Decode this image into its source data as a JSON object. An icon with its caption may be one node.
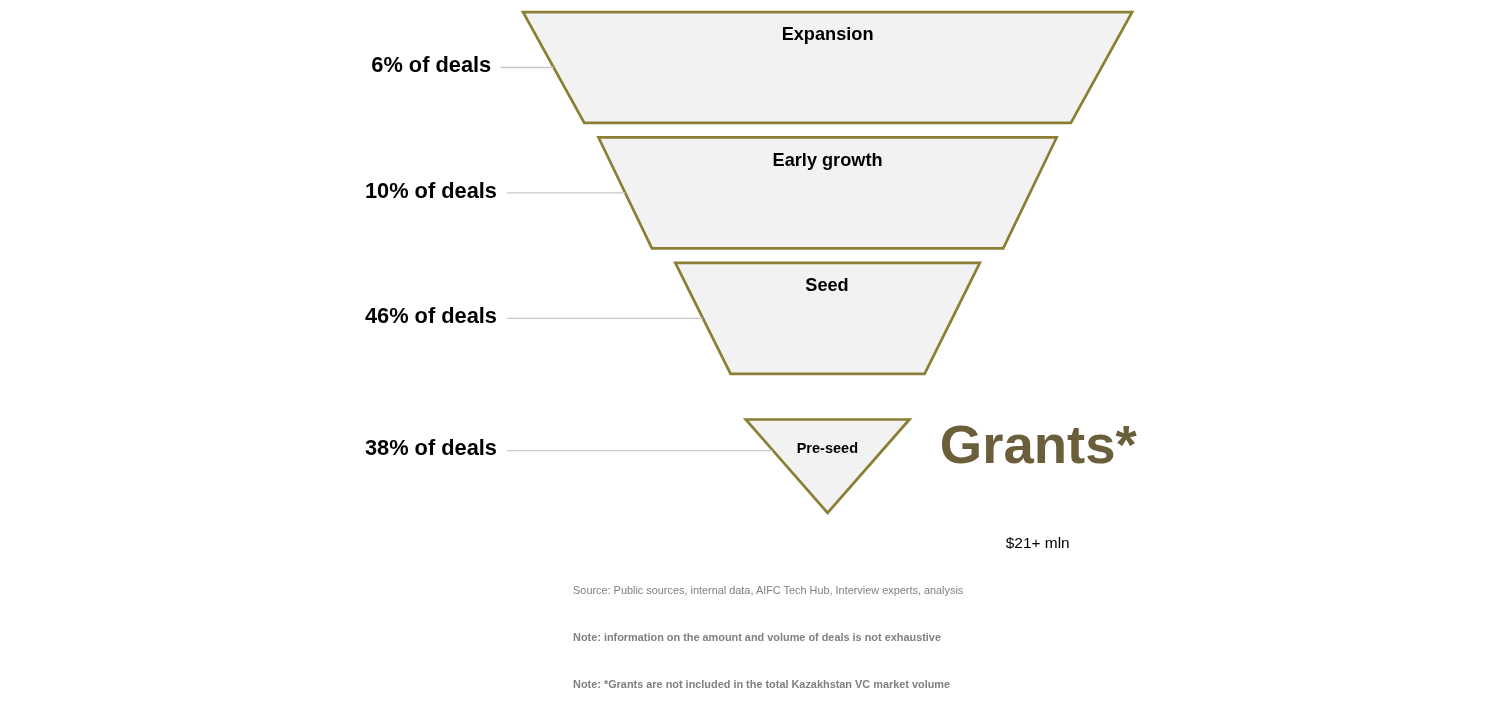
{
  "diagram": {
    "nodes": [
      {
        "text": [
          "6% of deals"
        ]
      },
      {
        "text": [
          "Expansion"
        ]
      },
      {
        "text": [
          "10% of deals"
        ]
      },
      {
        "text": [
          "Early growth"
        ]
      },
      {
        "text": [
          "46% of deals"
        ]
      },
      {
        "text": [
          "Seed"
        ]
      },
      {
        "text": [
          "38% of deals"
        ]
      },
      {
        "text": [
          "Pre-seed"
        ]
      }
    ],
    "edges": [
      {
        "from": 0,
        "to": 1,
        "arrow": "none"
      },
      {
        "from": 2,
        "to": 3,
        "arrow": "none"
      },
      {
        "from": 4,
        "to": 5,
        "arrow": "none"
      },
      {
        "from": 6,
        "to": 7,
        "arrow": "none"
      }
    ],
    "labels": [
      "Grants*",
      "$21+ mln",
      "Source: Public sources, internal data, AIFC Tech Hub, Interview experts, analysis",
      "Note: information on the amount and volume of deals is not exhaustive",
      "Note: *Grants are not included in the total Kazakhstan VC market volume"
    ]
  }
}
